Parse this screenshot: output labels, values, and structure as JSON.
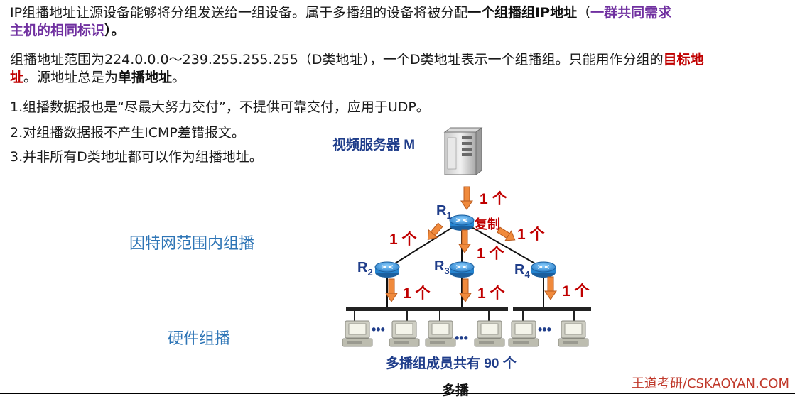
{
  "para1": {
    "t1": "IP组播地址让源设备能够将分组发送给一组设备。属于多播组的设备将被分配",
    "t2": "一个组播组IP地址",
    "t3": "（",
    "t4": "一群共同需求",
    "t5": "主机的相同标识",
    "t6": "）。"
  },
  "para2": {
    "t1": "组播地址范围为224.0.0.0～239.255.255.255（D类地址），一个D类地址表示一个组播组。只能用作分组的",
    "t2": "目标地",
    "t3": "址",
    "t4": "。源地址总是为",
    "t5": "单播地址",
    "t6": "。"
  },
  "list": [
    "1.组播数据报也是“尽最大努力交付”，不提供可靠交付，应用于UDP。",
    "2.对组播数据报不产生ICMP差错报文。",
    "3.并非所有D类地址都可以作为组播地址。"
  ],
  "side_labels": {
    "internet": "因特网范围内组播",
    "hardware": "硬件组播"
  },
  "diagram": {
    "server_label": "视频服务器 M",
    "copy_label": "复制",
    "count_label": "1 个",
    "routers": [
      "R",
      "R",
      "R",
      "R"
    ],
    "router_subs": [
      "1",
      "2",
      "3",
      "4"
    ],
    "ellipsis": "•••",
    "members_label": "多播组成员共有 90 个"
  },
  "footer": {
    "brand": "王道考研/CSKAOYAN.COM",
    "title": "多播"
  },
  "colors": {
    "arrow": "#f08a3c",
    "count": "#c00000",
    "router": "#2b8fd6",
    "label_blue": "#1f3d8a"
  }
}
